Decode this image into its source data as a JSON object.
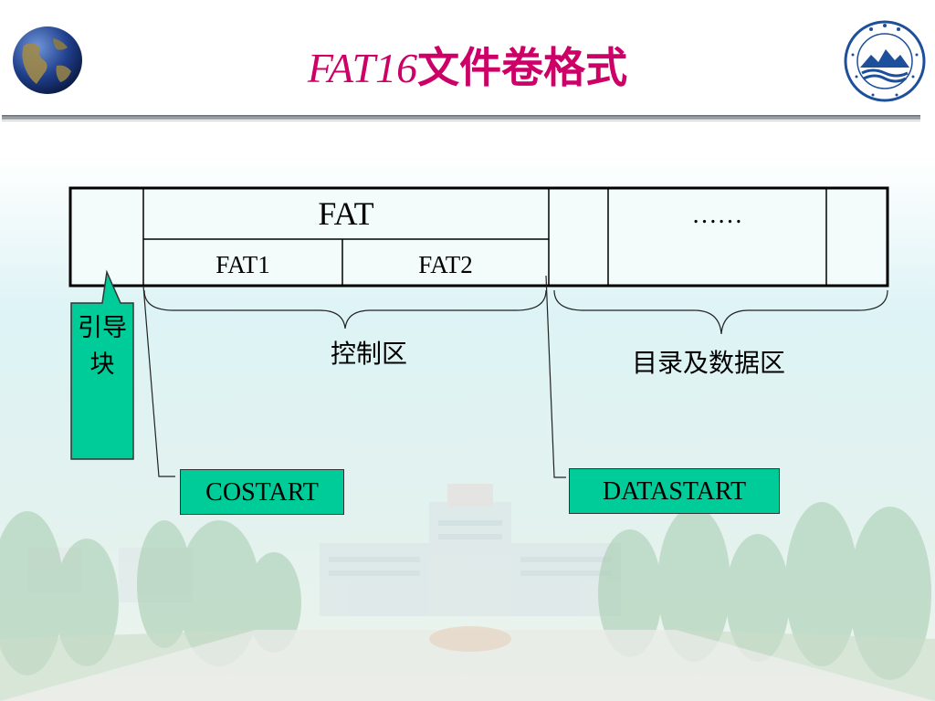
{
  "header": {
    "title_latin": "FAT16",
    "title_cjk": "文件卷格式"
  },
  "diagram": {
    "fat_label": "FAT",
    "fat1_label": "FAT1",
    "fat2_label": "FAT2",
    "ellipsis": "……",
    "boot_block_label": "引导块",
    "control_area_label": "控制区",
    "data_area_label": "目录及数据区",
    "costart_label": "COSTART",
    "datastart_label": "DATASTART"
  },
  "colors": {
    "title": "#cc0066",
    "box_fill": "#00cc99",
    "table_fill": "#f4fbfb"
  },
  "icons": {
    "left": "globe-icon",
    "right": "university-logo-icon"
  }
}
